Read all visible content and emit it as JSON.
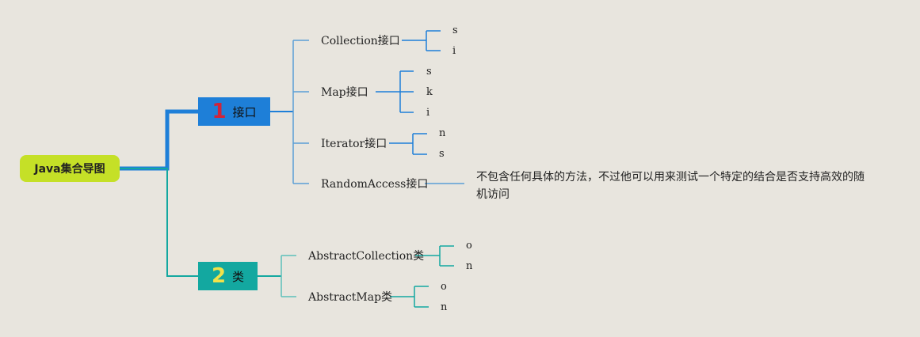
{
  "root": {
    "label": "Java集合导图"
  },
  "categories": [
    {
      "number": "1",
      "label": "接口",
      "color": "#1e7fd8",
      "number_color": "#d0243a"
    },
    {
      "number": "2",
      "label": "类",
      "color": "#13a8a0",
      "number_color": "#f2e24a"
    }
  ],
  "interfaces": [
    {
      "label": "Collection接口",
      "children": [
        "s",
        "i"
      ]
    },
    {
      "label": "Map接口",
      "children": [
        "s",
        "k",
        "i"
      ]
    },
    {
      "label": "Iterator接口",
      "children": [
        "n",
        "s"
      ]
    },
    {
      "label": "RandomAccess接口",
      "children": []
    }
  ],
  "random_access_note": "不包含任何具体的方法，不过他可以用来测试一个特定的结合是否支持高效的随机访问",
  "classes": [
    {
      "label": "AbstractCollection类",
      "children": [
        "o",
        "n"
      ]
    },
    {
      "label": "AbstractMap类",
      "children": [
        "o",
        "n"
      ]
    }
  ],
  "colors": {
    "background": "#e8e5de",
    "root": "#c5e027",
    "interface_branch": "#1e7fd8",
    "class_branch": "#13a8a0"
  }
}
